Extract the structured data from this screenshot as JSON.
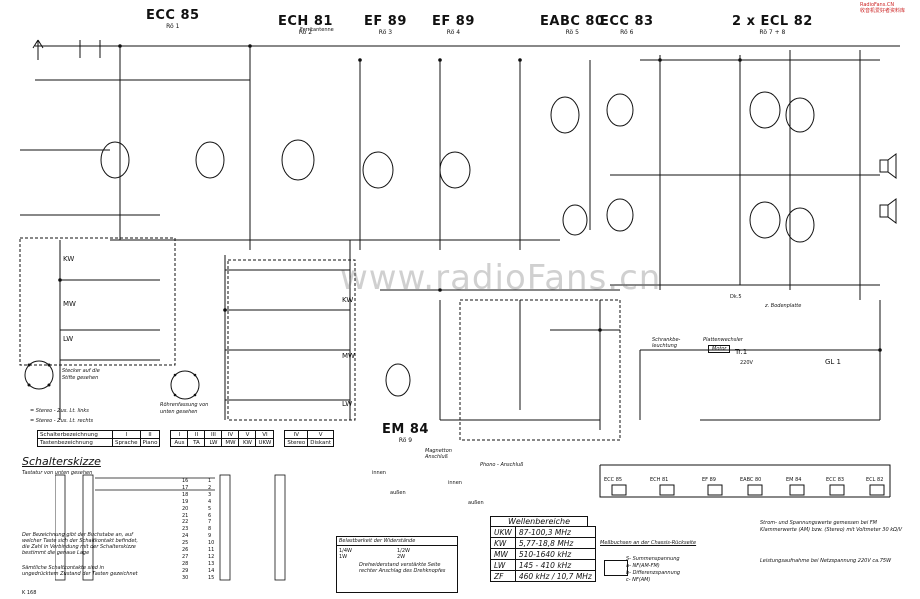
{
  "tubes": {
    "ecc85": {
      "name": "ECC 85",
      "ref": "Rö 1"
    },
    "ech81": {
      "name": "ECH 81",
      "ref": "Rö 2"
    },
    "ef89a": {
      "name": "EF 89",
      "ref": "Rö 3"
    },
    "ef89b": {
      "name": "EF 89",
      "ref": "Rö 4"
    },
    "eabc80": {
      "name": "EABC 80",
      "ref": "Rö 5"
    },
    "ecc83": {
      "name": "ECC 83",
      "ref": "Rö 6"
    },
    "ecl82": {
      "name": "2 x ECL 82",
      "ref": "Rö 7 + 8"
    },
    "em84": {
      "name": "EM 84",
      "ref": "Rö 9"
    }
  },
  "watermark": "www.radioFans.cn",
  "corner_stamp": {
    "line1": "RadioFans.CN",
    "line2": "收音机爱好者资料库"
  },
  "band_labels": {
    "kw": "KW",
    "mw": "MW",
    "lw": "LW",
    "ukw": "UKW"
  },
  "schalterskizze": {
    "title": "Schalterskizze",
    "subtitle": "Tastatur von unten gesehen",
    "header_label": "Schalterbezeichnung",
    "header_label2": "Tastenbezeichnung",
    "cols_group1": [
      "I",
      "II"
    ],
    "cols_group1_sub": [
      "Sprache",
      "Piano"
    ],
    "cols_group2": [
      "I",
      "II",
      "III",
      "IV",
      "V",
      "VI"
    ],
    "cols_group2_sub": [
      "Aus",
      "TA",
      "LW",
      "MW",
      "KW",
      "UKW"
    ],
    "cols_group3": [
      "IV",
      "V"
    ],
    "cols_group3_sub": [
      "Stereo",
      "Diskant"
    ],
    "contact_numbers": [
      "16",
      "17",
      "18",
      "19",
      "20",
      "21",
      "22",
      "23",
      "24",
      "25",
      "26",
      "27",
      "28",
      "29",
      "30",
      "1",
      "2",
      "3",
      "4",
      "5",
      "6",
      "7",
      "8",
      "9",
      "10",
      "11",
      "12",
      "13",
      "14",
      "15"
    ],
    "note1": "Der Bezeichnung gibt der Buchstabe an, auf welcher Taste sich der Schaltkontakt befindet, die Zahl in Verbindung mit der Schalterskizze bestimmt die genaue Lage",
    "note2": "Sämtliche Schaltkontakte sind in ungedrücktem Zustand der Tasten gezeichnet",
    "innen": "innen",
    "aussen": "außen"
  },
  "stecker": {
    "text1": "Stecker auf die Stifte gesehen",
    "text2": "Röhrenfassung von unten gesehen",
    "legend1": "= Stereo - Zus. Lt. links",
    "legend2": "= Stereo - Zus. Lt. rechts"
  },
  "anschluss": {
    "magnetton": "Magnetton Anschluß",
    "phono": "Phono - Anschluß"
  },
  "wellenbereiche": {
    "title": "Wellenbereiche",
    "rows": [
      {
        "band": "UKW",
        "range": "87-100,3 MHz"
      },
      {
        "band": "KW",
        "range": "5,77-18,8 MHz"
      },
      {
        "band": "MW",
        "range": "510-1640 kHz"
      },
      {
        "band": "LW",
        "range": "145 - 410 kHz"
      },
      {
        "band": "ZF",
        "range": "460 kHz / 10,7 MHz"
      }
    ]
  },
  "belastbarkeit": {
    "title": "Belastbarkeit der Widerstände",
    "items": [
      "1/4W",
      "1/2W",
      "1W",
      "2W"
    ],
    "note": "Drehwiderstand verstärkte Seite rechter Anschlag des Drehknopfes"
  },
  "messbuchsen": {
    "title": "Meßbuchsen an der Chassis-Rückseite",
    "items": [
      "S- Summenspannung",
      "a- NF(AM-FM)",
      "b- Differenzspannung",
      "c- NF(AM)"
    ]
  },
  "strom": {
    "note": "Strom- und Spannungswerte gemessen bei FM Klammerwerte (AM) bzw. (Stereo) mit Voltmeter 30 kΩ/V",
    "leistung": "Leistungsaufnahme bei Netzspannung 220V ca.75W"
  },
  "power": {
    "schrankbeleuchtung": "Schrankbe-leuchtung",
    "plattenwechsler": "Plattenwechsler",
    "motor": "Motor",
    "tr1": "Tr.1",
    "gl1": "GL 1",
    "v220": "220V"
  },
  "misc": {
    "dk5": "Dk.5",
    "bodenplatte": "z. Bodenplatte",
    "ferrit": "Ferritantenne",
    "code": "K 168"
  },
  "heater_chain": [
    "ECC 85",
    "ECH 81",
    "EF 89",
    "EABC 80",
    "EM 84",
    "ECC 83",
    "ECL 82"
  ]
}
